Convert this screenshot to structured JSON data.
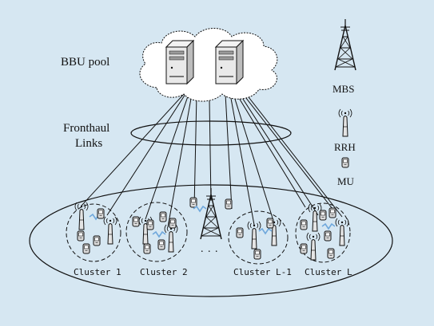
{
  "labels": {
    "bbu_pool": "BBU pool",
    "fronthaul_line1": "Fronthaul",
    "fronthaul_line2": "Links",
    "mbs": "MBS",
    "rrh": "RRH",
    "mu": "MU",
    "ellipsis": ". . .",
    "clusters": [
      "Cluster 1",
      "Cluster 2",
      "Cluster L-1",
      "Cluster L"
    ]
  },
  "colors": {
    "background": "#d6e7f2",
    "stroke": "#111111",
    "link": "#6fa8dc",
    "device_fill": "#dcdcdc"
  },
  "icons": [
    "cloud-icon",
    "server-icon",
    "tower-icon",
    "rrh-antenna-icon",
    "mobile-user-icon",
    "wireless-link-icon"
  ]
}
